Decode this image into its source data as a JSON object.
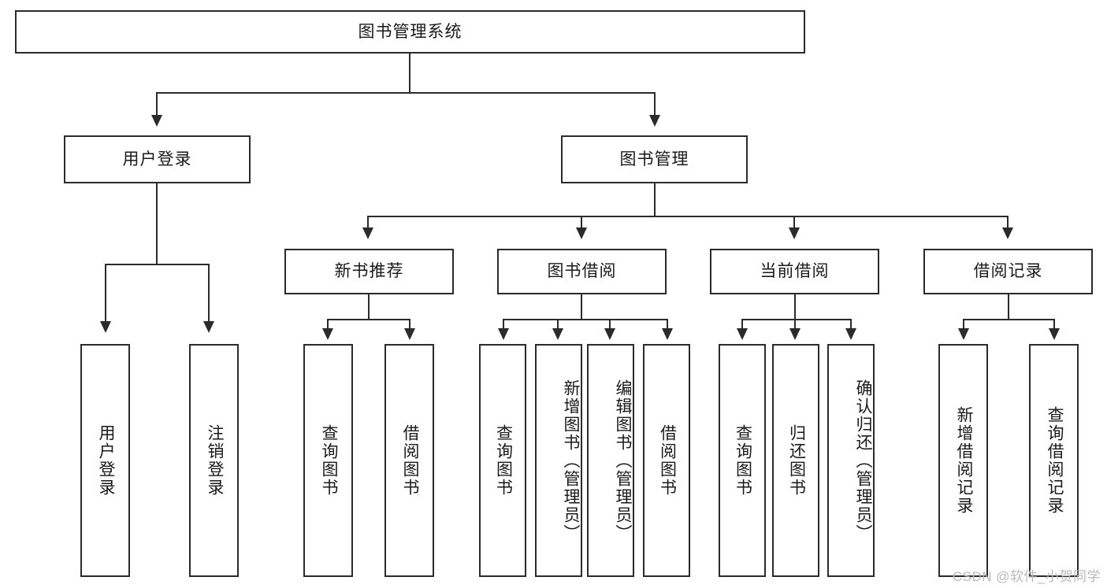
{
  "diagram": {
    "title": "图书管理系统",
    "type": "tree",
    "watermark": "CSDN @软件_小贺同学",
    "nodes": {
      "root": {
        "label": "图书管理系统",
        "level": 1
      },
      "l2": [
        {
          "id": "user-login",
          "label": "用户登录",
          "level": 2
        },
        {
          "id": "book-manage",
          "label": "图书管理",
          "level": 2
        }
      ],
      "l3": [
        {
          "id": "new-book-rec",
          "label": "新书推荐",
          "level": 3
        },
        {
          "id": "book-borrow",
          "label": "图书借阅",
          "level": 3
        },
        {
          "id": "current-borrow",
          "label": "当前借阅",
          "level": 3
        },
        {
          "id": "borrow-record",
          "label": "借阅记录",
          "level": 3
        }
      ],
      "leaves": {
        "user_login": [
          {
            "id": "leaf-user-login",
            "label": "用户登录"
          },
          {
            "id": "leaf-user-logout",
            "label": "注销登录"
          }
        ],
        "new_book_rec": [
          {
            "id": "leaf-query-book-1",
            "label": "查询图书"
          },
          {
            "id": "leaf-borrow-book-1",
            "label": "借阅图书"
          }
        ],
        "book_borrow": [
          {
            "id": "leaf-query-book-2",
            "label": "查询图书"
          },
          {
            "id": "leaf-add-book",
            "label": "新增图书（管理员）"
          },
          {
            "id": "leaf-edit-book",
            "label": "编辑图书（管理员）"
          },
          {
            "id": "leaf-borrow-book-2",
            "label": "借阅图书"
          }
        ],
        "current_borrow": [
          {
            "id": "leaf-query-book-3",
            "label": "查询图书"
          },
          {
            "id": "leaf-return-book",
            "label": "归还图书"
          },
          {
            "id": "leaf-confirm-return",
            "label": "确认归还（管理员）"
          }
        ],
        "borrow_record": [
          {
            "id": "leaf-add-record",
            "label": "新增借阅记录"
          },
          {
            "id": "leaf-query-record",
            "label": "查询借阅记录"
          }
        ]
      }
    },
    "colors": {
      "stroke": "#2b2b2b",
      "fill": "#ffffff",
      "text": "#1a1a1a",
      "watermark": "#b9b9b9"
    }
  }
}
